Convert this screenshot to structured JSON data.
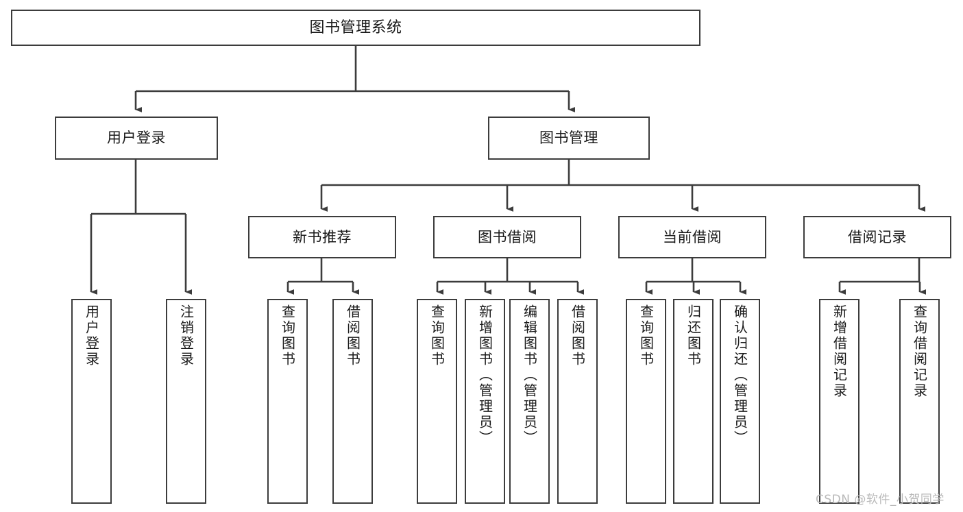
{
  "diagram": {
    "kind": "tree-hierarchy-chart",
    "title": "图书管理系统",
    "line_color": "#3c3c3c",
    "box_fill": "#ffffff",
    "text_color": "#1a1a1a",
    "nodes": {
      "root": {
        "label": "图书管理系统"
      },
      "level1": [
        {
          "id": "user-login",
          "label": "用户登录"
        },
        {
          "id": "book-management",
          "label": "图书管理"
        }
      ],
      "level2": [
        {
          "id": "new-book-recommend",
          "label": "新书推荐"
        },
        {
          "id": "book-borrow",
          "label": "图书借阅"
        },
        {
          "id": "current-borrow",
          "label": "当前借阅"
        },
        {
          "id": "borrow-record",
          "label": "借阅记录"
        }
      ],
      "leaves": [
        {
          "id": "leaf-user-login",
          "label": "用户登录",
          "parent": "user-login"
        },
        {
          "id": "leaf-logout-login",
          "label": "注销登录",
          "parent": "user-login"
        },
        {
          "id": "leaf-query-book-1",
          "label": "查询图书",
          "parent": "new-book-recommend"
        },
        {
          "id": "leaf-borrow-book-1",
          "label": "借阅图书",
          "parent": "new-book-recommend"
        },
        {
          "id": "leaf-query-book-2",
          "label": "查询图书",
          "parent": "book-borrow"
        },
        {
          "id": "leaf-add-book",
          "label": "新增图书（管理员）",
          "parent": "book-borrow"
        },
        {
          "id": "leaf-edit-book",
          "label": "编辑图书（管理员）",
          "parent": "book-borrow"
        },
        {
          "id": "leaf-borrow-book-2",
          "label": "借阅图书",
          "parent": "book-borrow"
        },
        {
          "id": "leaf-query-book-3",
          "label": "查询图书",
          "parent": "current-borrow"
        },
        {
          "id": "leaf-return-book",
          "label": "归还图书",
          "parent": "current-borrow"
        },
        {
          "id": "leaf-confirm-return",
          "label": "确认归还（管理员）",
          "parent": "current-borrow"
        },
        {
          "id": "leaf-add-record",
          "label": "新增借阅记录",
          "parent": "borrow-record"
        },
        {
          "id": "leaf-query-record",
          "label": "查询借阅记录",
          "parent": "borrow-record"
        }
      ]
    }
  },
  "watermark": {
    "text": "CSDN @软件_小贺同学"
  }
}
